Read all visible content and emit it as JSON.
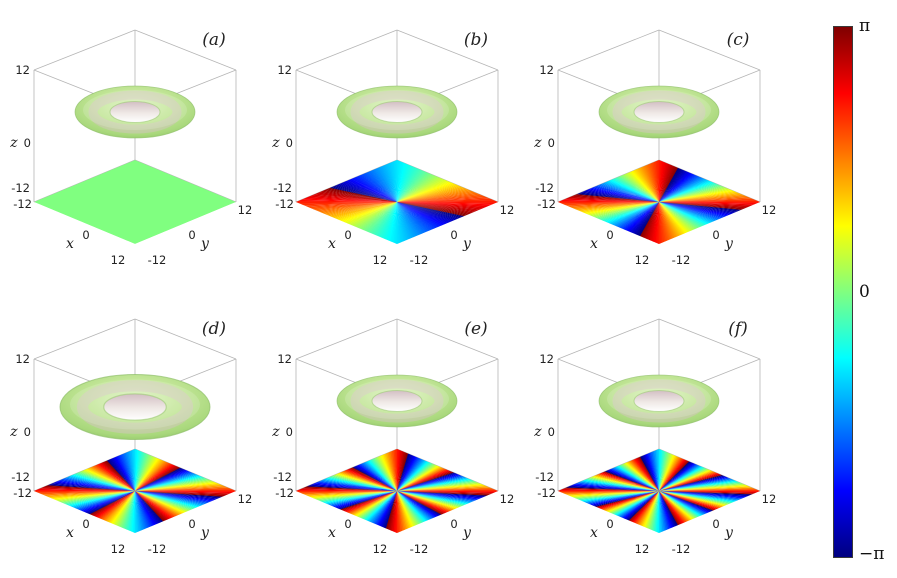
{
  "figure": {
    "background": "#ffffff",
    "colorbar": {
      "top": "π",
      "middle": "0",
      "bottom": "−π",
      "colormap": "jet",
      "colormap_stops": [
        "#00008f",
        "#0000ff",
        "#00ffff",
        "#80ff80",
        "#ffff00",
        "#ff0000",
        "#8f0000"
      ]
    },
    "axes": {
      "x": "x",
      "y": "y",
      "z": "z",
      "tick_min": "-12",
      "tick_zero": "0",
      "tick_max": "12"
    },
    "torus_color": "#b9e28c",
    "torus_inner_color": "#d7c2c8"
  },
  "chart_data": {
    "type": "3d-isosurface-phase",
    "description": "Six 3D panels, each showing a light-green torus isosurface near z=0 above a bottom-plane (z=-12) phase map colored with the jet colormap over [-π, π]. Panels differ by the topological charge (number of 2π phase cycles around the central axis); panel (a) has uniform zero phase.",
    "layout": "2 rows x 3 columns",
    "x_range": [
      -12,
      12
    ],
    "y_range": [
      -12,
      12
    ],
    "z_range": [
      -12,
      12
    ],
    "phase_range_labels": [
      "−π",
      "0",
      "π"
    ],
    "subplots": [
      {
        "label": "(a)",
        "topological_charge": 0
      },
      {
        "label": "(b)",
        "topological_charge": 2
      },
      {
        "label": "(c)",
        "topological_charge": 4
      },
      {
        "label": "(d)",
        "topological_charge": 6,
        "torus_scale": 1.25,
        "torus_dy": 6
      },
      {
        "label": "(e)",
        "topological_charge": 8
      },
      {
        "label": "(f)",
        "topological_charge": 10
      }
    ]
  }
}
